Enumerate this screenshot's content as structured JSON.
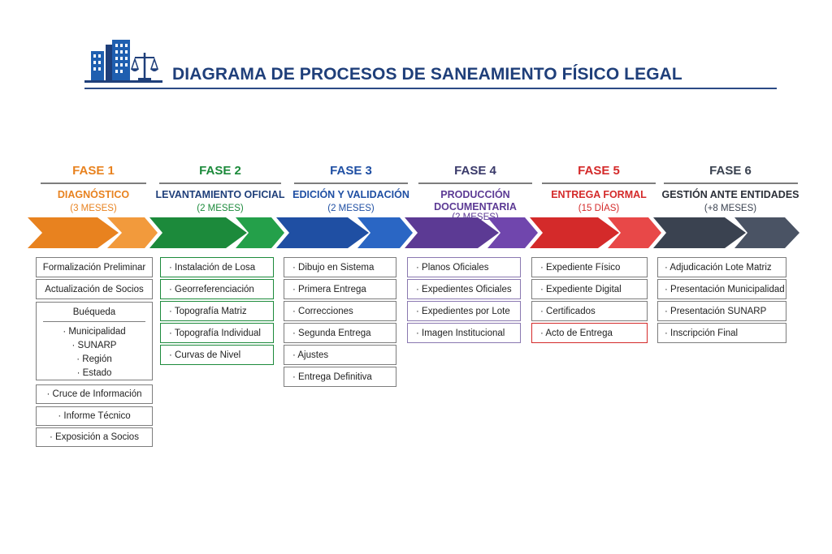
{
  "title": "DIAGRAMA DE PROCESOS DE SANEAMIENTO FÍSICO LEGAL",
  "colors": {
    "title": "#1f3f7a",
    "phase1": "#e8821f",
    "phase2": "#1c8a3b",
    "phase3": "#1f4fa3",
    "phase4": "#5c3a94",
    "phase5": "#d42a2a",
    "phase6": "#3a4250"
  },
  "phases": [
    {
      "label": "FASE 1",
      "name": "DIAGNÓSTICO",
      "duration": "(3 MESES)",
      "items": [
        "Formalización Preliminar",
        "Actualización de Socios"
      ],
      "subgroup": {
        "title": "Buéqueda",
        "items": [
          "· Municipalidad",
          "· SUNARP",
          "· Región",
          "· Estado"
        ]
      },
      "items_after": [
        "· Cruce de Información",
        "· Informe Técnico",
        "· Exposición a Socios"
      ]
    },
    {
      "label": "FASE 2",
      "name": "LEVANTAMIENTO OFICIAL",
      "duration": "(2 MESES)",
      "items": [
        "· Instalación de Losa",
        "· Georreferenciación",
        "· Topografía Matriz",
        "· Topografía Individual",
        "· Curvas de Nivel"
      ]
    },
    {
      "label": "FASE 3",
      "name": "EDICIÓN Y VALIDACIÓN",
      "duration": "(2 MESES)",
      "items": [
        "· Dibujo en Sistema",
        "· Primera Entrega",
        "· Correcciones",
        "· Segunda Entrega",
        "· Ajustes",
        "· Entrega Definitiva"
      ]
    },
    {
      "label": "FASE 4",
      "name": "PRODUCCIÓN",
      "name2": "DOCUMENTARIA",
      "duration": "(2 MESES)",
      "items": [
        "· Planos Oficiales",
        "· Expedientes Oficiales",
        "· Expedientes por Lote",
        "· Imagen Institucional"
      ]
    },
    {
      "label": "FASE 5",
      "name": "ENTREGA FORMAL",
      "duration": "(15 DÍAS)",
      "items": [
        "· Expediente Físico",
        "· Expediente Digital",
        "· Certificados",
        "· Acto de Entrega"
      ]
    },
    {
      "label": "FASE 6",
      "name": "GESTIÓN ANTE ENTIDADES",
      "duration": "(+8 MESES)",
      "items": [
        "· Adjudicación Lote Matriz",
        "· Presentación Municipalidad",
        "· Presentación SUNARP",
        "· Inscripción Final"
      ]
    }
  ]
}
